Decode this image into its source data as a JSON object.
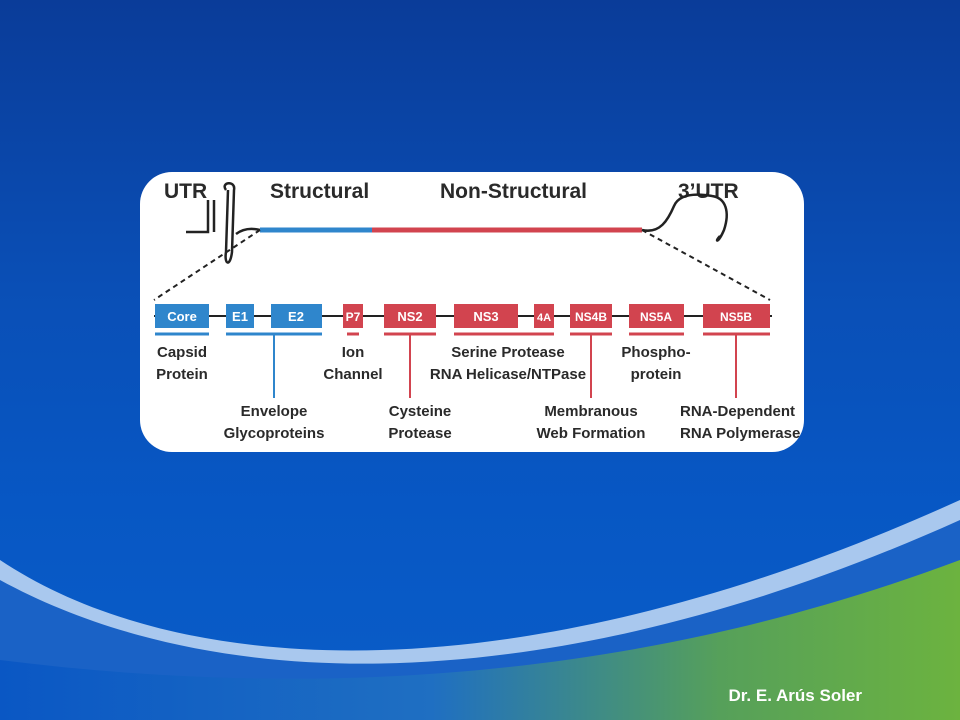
{
  "colors": {
    "structural": "#2f86cc",
    "nonstructural": "#d2444f",
    "wave_light": "#a9c8ee",
    "green": "#6cb33f"
  },
  "header": {
    "utr5": "UTR",
    "structural": "Structural",
    "nonstructural": "Non-Structural",
    "utr3": "3’UTR"
  },
  "genes": [
    {
      "label": "Core",
      "group": "structural"
    },
    {
      "label": "E1",
      "group": "structural"
    },
    {
      "label": "E2",
      "group": "structural"
    },
    {
      "label": "P7",
      "group": "nonstructural"
    },
    {
      "label": "NS2",
      "group": "nonstructural"
    },
    {
      "label": "NS3",
      "group": "nonstructural"
    },
    {
      "label": "4A",
      "group": "nonstructural"
    },
    {
      "label": "NS4B",
      "group": "nonstructural"
    },
    {
      "label": "NS5A",
      "group": "nonstructural"
    },
    {
      "label": "NS5B",
      "group": "nonstructural"
    }
  ],
  "annotations": {
    "capsid": [
      "Capsid",
      "Protein"
    ],
    "envelope": [
      "Envelope",
      "Glycoproteins"
    ],
    "ion": [
      "Ion",
      "Channel"
    ],
    "cysteine": [
      "Cysteine",
      "Protease"
    ],
    "serine": [
      "Serine Protease",
      "RNA Helicase/NTPase"
    ],
    "membranous": [
      "Membranous",
      "Web Formation"
    ],
    "phospho": [
      "Phospho-",
      "protein"
    ],
    "rna_dep": [
      "RNA-Dependent",
      "RNA Polymerase"
    ]
  },
  "footer": {
    "author": "Dr. E. Arús Soler"
  }
}
